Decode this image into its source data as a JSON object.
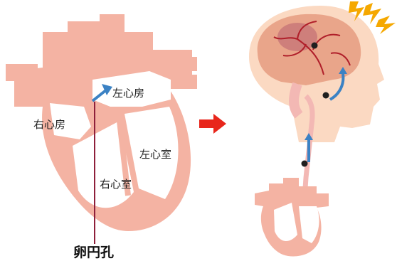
{
  "labels": {
    "left_atrium": "左心房",
    "right_atrium": "右心房",
    "left_ventricle": "左心室",
    "right_ventricle": "右心室",
    "foramen_ovale": "卵円孔"
  },
  "colors": {
    "heart": "#f4b3a3",
    "heart_inner": "#ffffff",
    "arrow_blue": "#3b82c4",
    "red_arrow": "#e8261b",
    "pointer_line": "#8e1f3a",
    "head": "#fbd9c2",
    "brain": "#e9a58a",
    "artery": "#b01f2a",
    "vessel": "#f3b8b4",
    "clot": "#1f1f1f",
    "spark": "#f5a800"
  },
  "icons": [
    "flow-arrow-icon",
    "transition-arrow-icon",
    "lightning-icon",
    "clot-dot-icon"
  ]
}
